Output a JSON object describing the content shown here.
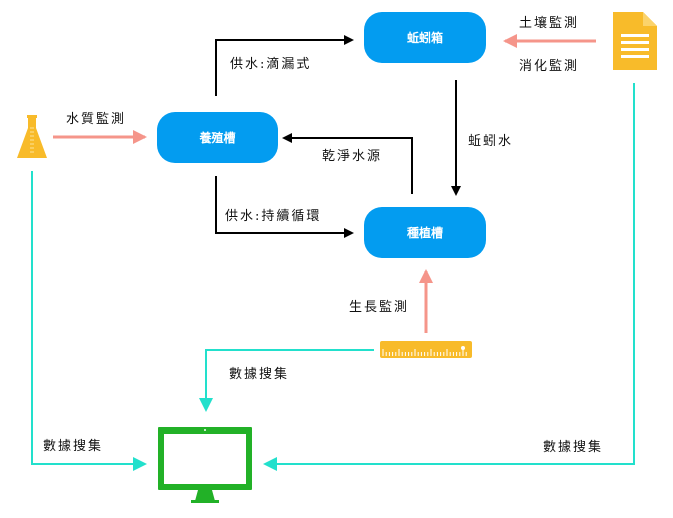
{
  "nodes": {
    "aquaculture_tank": "養殖槽",
    "worm_box": "蚯蚓箱",
    "planting_tank": "種植槽"
  },
  "labels": {
    "water_quality_monitoring": "水質監測",
    "supply_drip": "供水:滴漏式",
    "supply_cycle": "供水:持續循環",
    "clean_water": "乾淨水源",
    "worm_water": "蚯蚓水",
    "soil_monitoring": "土壤監測",
    "digestion_monitoring": "消化監測",
    "growth_monitoring": "生長監測",
    "data_collection_center": "數據搜集",
    "data_collection_left": "數據搜集",
    "data_collection_right": "數據搜集"
  },
  "icons": {
    "flask": "flask-icon",
    "document": "document-icon",
    "ruler": "ruler-icon",
    "monitor": "monitor-icon"
  },
  "colors": {
    "node": "#039cf0",
    "monitoring_arrow": "#f5958a",
    "data_arrow": "#22e0cc",
    "flow_arrow": "#000000",
    "icon_yellow": "#f8bb2a",
    "monitor_green": "#22b127"
  }
}
